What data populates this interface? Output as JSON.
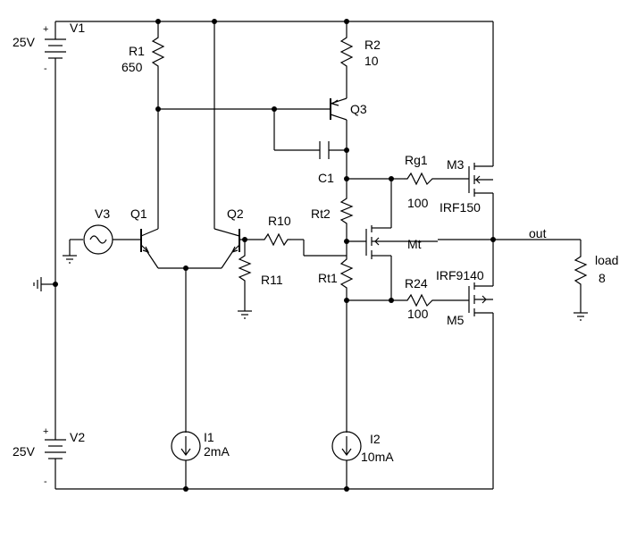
{
  "supply": {
    "v1": {
      "name": "V1",
      "value": "25V",
      "plus": "+",
      "minus": "-"
    },
    "v2": {
      "name": "V2",
      "value": "25V",
      "plus": "+",
      "minus": "-"
    }
  },
  "resistors": {
    "r1": {
      "name": "R1",
      "value": "650"
    },
    "r2": {
      "name": "R2",
      "value": "10"
    },
    "r10": {
      "name": "R10"
    },
    "r11": {
      "name": "R11"
    },
    "rt1": {
      "name": "Rt1"
    },
    "rt2": {
      "name": "Rt2"
    },
    "rg1": {
      "name": "Rg1",
      "value": "100"
    },
    "r24": {
      "name": "R24",
      "value": "100"
    },
    "load": {
      "name": "load",
      "value": "8"
    }
  },
  "transistors": {
    "q1": {
      "name": "Q1"
    },
    "q2": {
      "name": "Q2"
    },
    "q3": {
      "name": "Q3"
    },
    "mt": {
      "name": "Mt"
    },
    "m3": {
      "name": "M3",
      "part": "IRF150"
    },
    "m5": {
      "name": "M5",
      "part": "IRF9140"
    }
  },
  "capacitor": {
    "name": "C1"
  },
  "sources": {
    "v3": {
      "name": "V3"
    },
    "i1": {
      "name": "I1",
      "value": "2mA"
    },
    "i2": {
      "name": "I2",
      "value": "10mA"
    }
  },
  "nets": {
    "out": "out"
  }
}
